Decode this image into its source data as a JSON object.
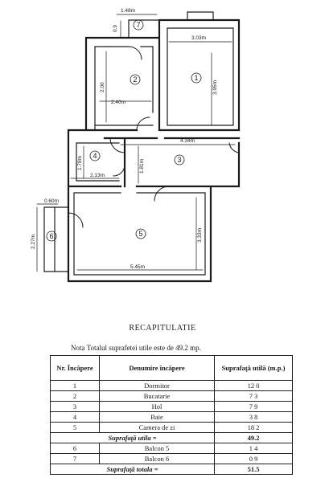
{
  "plan": {
    "rooms": [
      {
        "number": "1"
      },
      {
        "number": "2"
      },
      {
        "number": "3"
      },
      {
        "number": "4"
      },
      {
        "number": "5"
      },
      {
        "number": "6"
      },
      {
        "number": "7"
      }
    ],
    "dimensions": {
      "d_1_48": "1.48m",
      "d_0_9": "0.9",
      "d_3_03": "3.03m",
      "d_3_95": "3.95m",
      "d_2_00": "2.00",
      "d_2_40": "2.40m",
      "d_4_34": "4.34m",
      "d_1_78": "1.78m",
      "d_2_13": "2.13m",
      "d_1_81": "1.81m",
      "d_0_60": "0.60m",
      "d_2_27": "2.27m",
      "d_3_33": "3.33m",
      "d_5_45": "5.45m"
    }
  },
  "recap": {
    "title": "RECAPITULATIE",
    "note": "Nota  Totalul suprafetei utile este  de 49.2 mp.",
    "headers": {
      "nr": "Nr. Încăpere",
      "name": "Denumire încăpere",
      "area": "Suprafaţă utilă (m.p.)"
    },
    "rows": [
      {
        "nr": "1",
        "name": "Dormitor",
        "area": "12 0"
      },
      {
        "nr": "2",
        "name": "Bucatarie",
        "area": "7 3"
      },
      {
        "nr": "3",
        "name": "Hol",
        "area": "7 9"
      },
      {
        "nr": "4",
        "name": "Baie",
        "area": "3 8"
      },
      {
        "nr": "5",
        "name": "Camera de zi",
        "area": "18 2"
      }
    ],
    "subtotal": {
      "label": "Suprafaţă utila =",
      "value": "49.2"
    },
    "balconies": [
      {
        "nr": "6",
        "name": "Balcon 5",
        "area": "1 4"
      },
      {
        "nr": "7",
        "name": "Balcon 6",
        "area": "0 9"
      }
    ],
    "total": {
      "label": "Suprafaţă totala =",
      "value": "51.5"
    }
  }
}
